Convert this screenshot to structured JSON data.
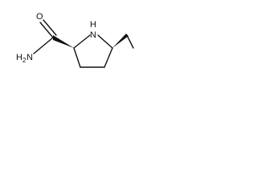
{
  "molecule": {
    "atoms": {
      "amide_nitrogen": {
        "element": "H",
        "subscript": "2",
        "suffix": "N"
      },
      "ring_nitrogen": {
        "element": "N",
        "hydrogen": "H"
      },
      "carbonyl_oxygen": {
        "element": "O"
      }
    },
    "colors": {
      "ink": "#111111",
      "background": "#ffffff"
    }
  }
}
